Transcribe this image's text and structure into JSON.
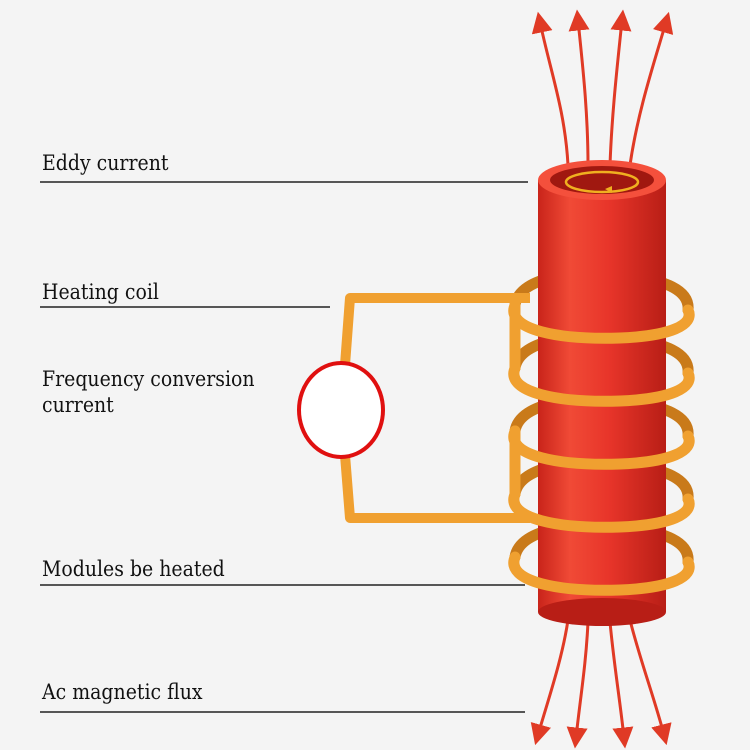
{
  "labels": {
    "eddy_current": "Eddy current",
    "heating_coil": "Heating coil",
    "frequency_conversion_current": "Frequency conversion\ncurrent",
    "modules_be_heated": "Modules be heated",
    "ac_magnetic_flux": "Ac magnetic flux"
  },
  "colors": {
    "background": "#f4f4f4",
    "rod": "#e8352a",
    "rod_dark": "#b81e16",
    "rod_top": "#f4503c",
    "coil": "#f0a030",
    "coil_dark": "#c97a1a",
    "flux_arrow": "#e03a25",
    "source_ring": "#e01010",
    "leader_line": "#222222"
  }
}
